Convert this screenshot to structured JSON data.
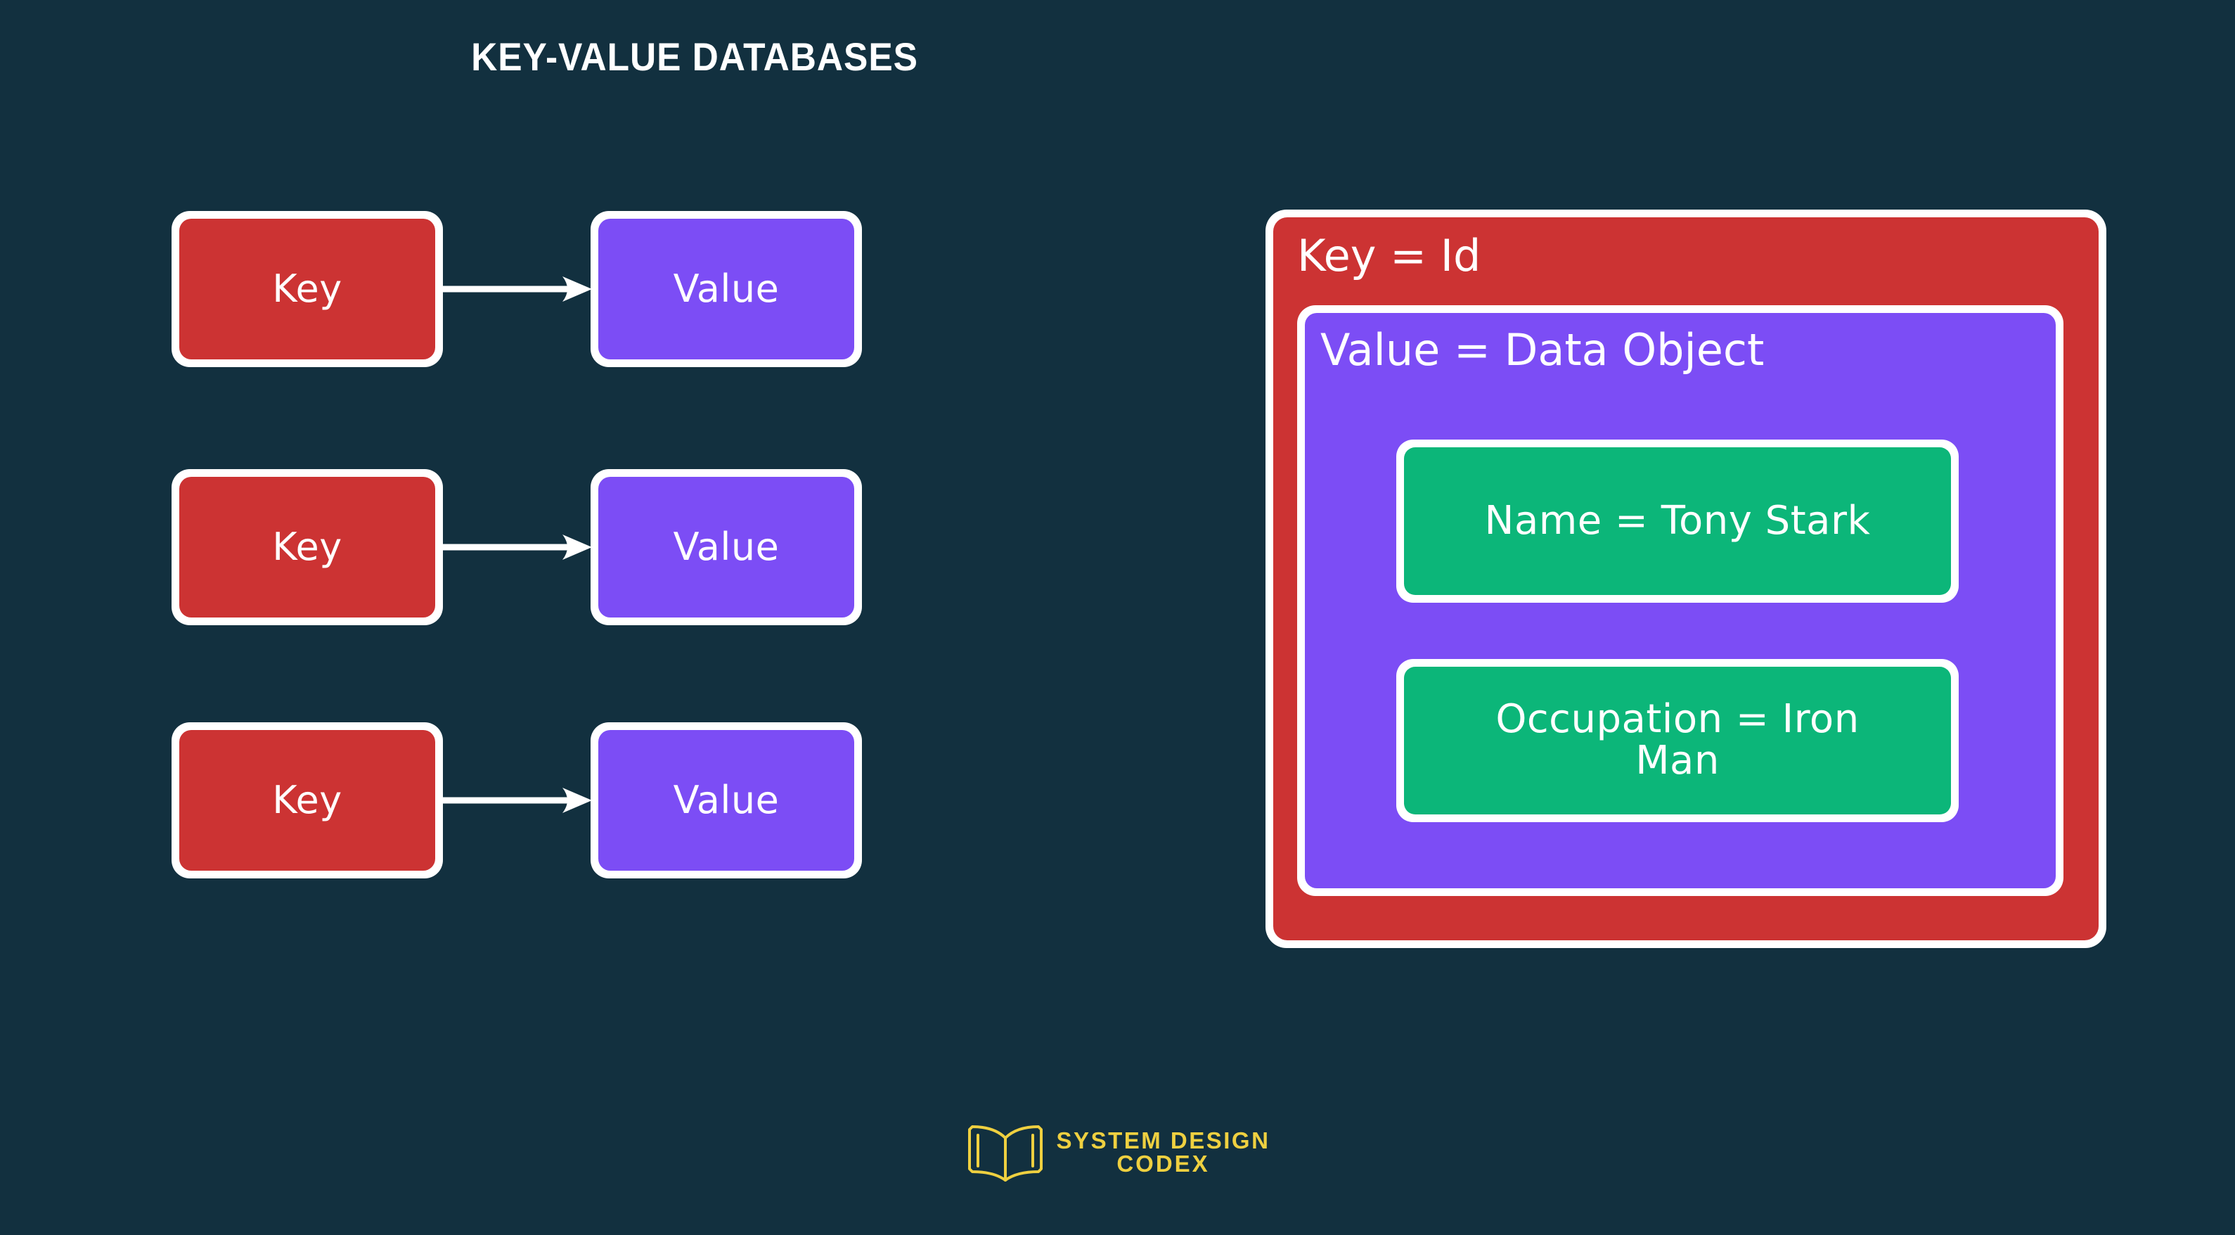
{
  "page": {
    "title": "KEY-VALUE DATABASES",
    "background_color": "#12303F"
  },
  "colors": {
    "background": "#12303F",
    "key_red": "#CC3333",
    "value_purple": "#7C4DF5",
    "field_green": "#0CB679",
    "outline_white": "#FFFFFF",
    "logo_gold": "#EFD040"
  },
  "left_diagram": {
    "name": "key-value-pair-list",
    "pairs": [
      {
        "key_label": "Key",
        "value_label": "Value",
        "arrow": "arrow-right-icon"
      },
      {
        "key_label": "Key",
        "value_label": "Value",
        "arrow": "arrow-right-icon"
      },
      {
        "key_label": "Key",
        "value_label": "Value",
        "arrow": "arrow-right-icon"
      }
    ]
  },
  "right_diagram": {
    "name": "nested-record-example",
    "key_caption": "Key = Id",
    "value_caption": "Value = Data Object",
    "fields": [
      {
        "label": "Name = Tony Stark"
      },
      {
        "label": "Occupation = Iron Man"
      }
    ]
  },
  "footer": {
    "icon": "open-book-icon",
    "line1": "SYSTEM DESIGN",
    "line2": "CODEX"
  }
}
